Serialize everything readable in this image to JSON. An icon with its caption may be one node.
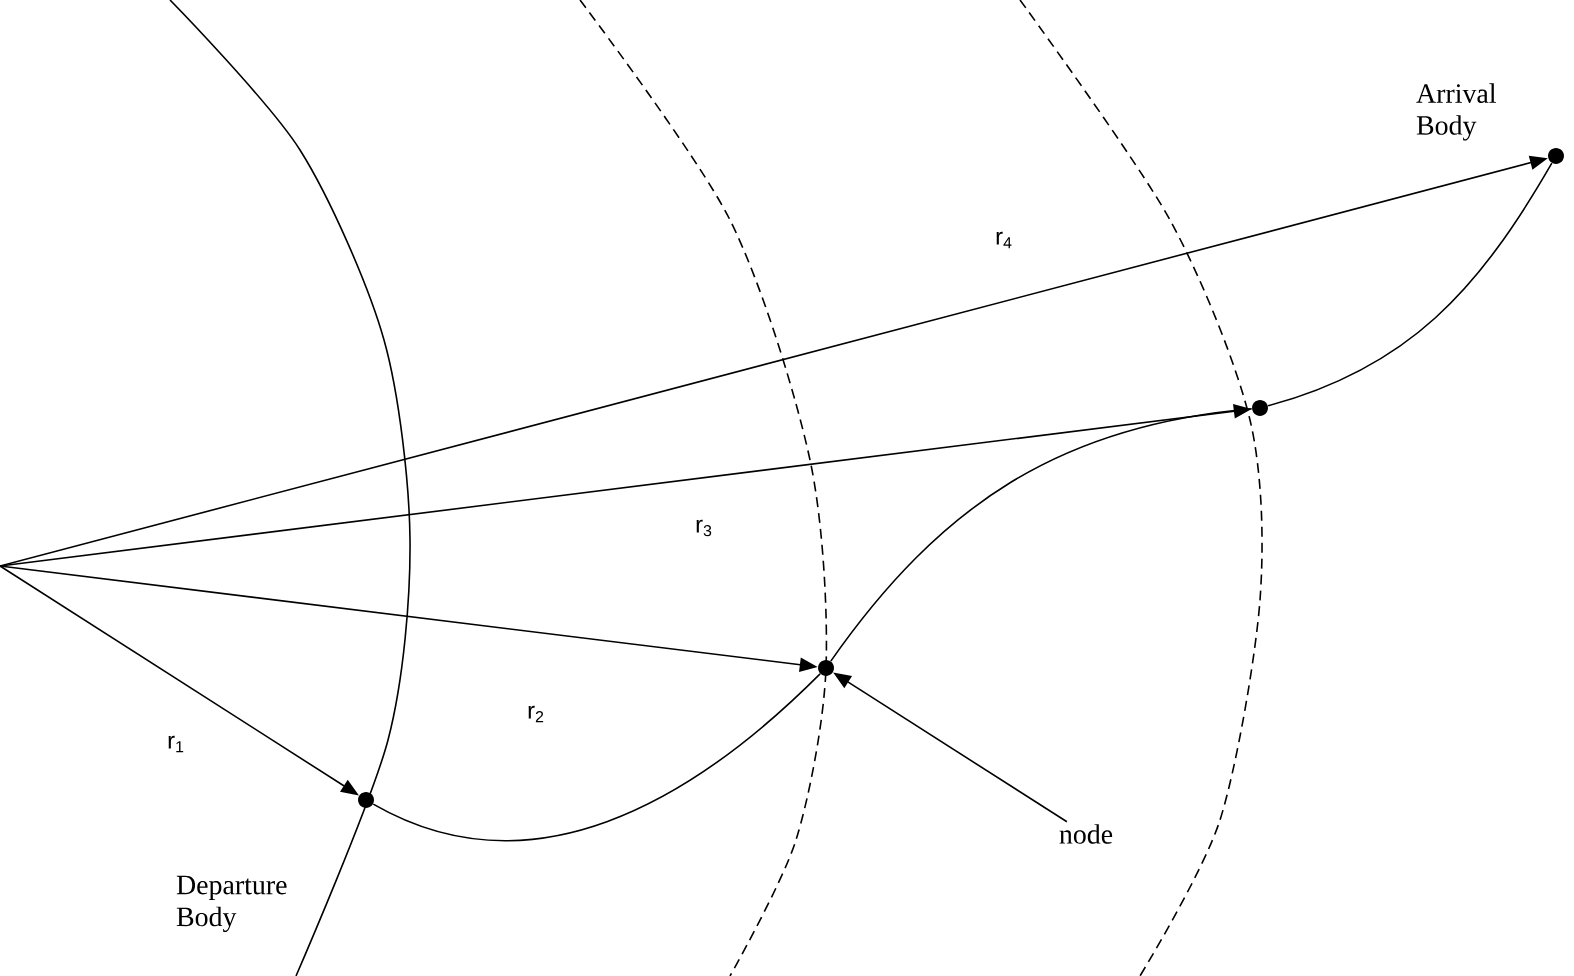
{
  "diagram": {
    "nodes": [
      {
        "text": [],
        "shape": "circle",
        "beside": [
          "Departure Body"
        ]
      },
      {
        "text": [],
        "shape": "circle"
      },
      {
        "text": [],
        "shape": "circle"
      },
      {
        "text": [],
        "shape": "circle",
        "beside": [
          "Arrival Body"
        ]
      },
      {
        "text": [
          "node"
        ]
      }
    ],
    "edges": [
      {
        "from": null,
        "to": 0,
        "arrow": "to",
        "label": "r$_{1}$"
      },
      {
        "from": null,
        "to": 1,
        "arrow": "to",
        "label": "r$_{2}$"
      },
      {
        "from": null,
        "to": 2,
        "arrow": "to",
        "label": "r$_{3}$"
      },
      {
        "from": null,
        "to": 3,
        "arrow": "to",
        "label": "r$_{4}$"
      },
      {
        "from": 0,
        "to": 1,
        "arrow": "none"
      },
      {
        "from": 1,
        "to": 2,
        "arrow": "none"
      },
      {
        "from": 2,
        "to": 3,
        "arrow": "none"
      },
      {
        "from": 4,
        "to": 1,
        "arrow": "to"
      }
    ]
  }
}
